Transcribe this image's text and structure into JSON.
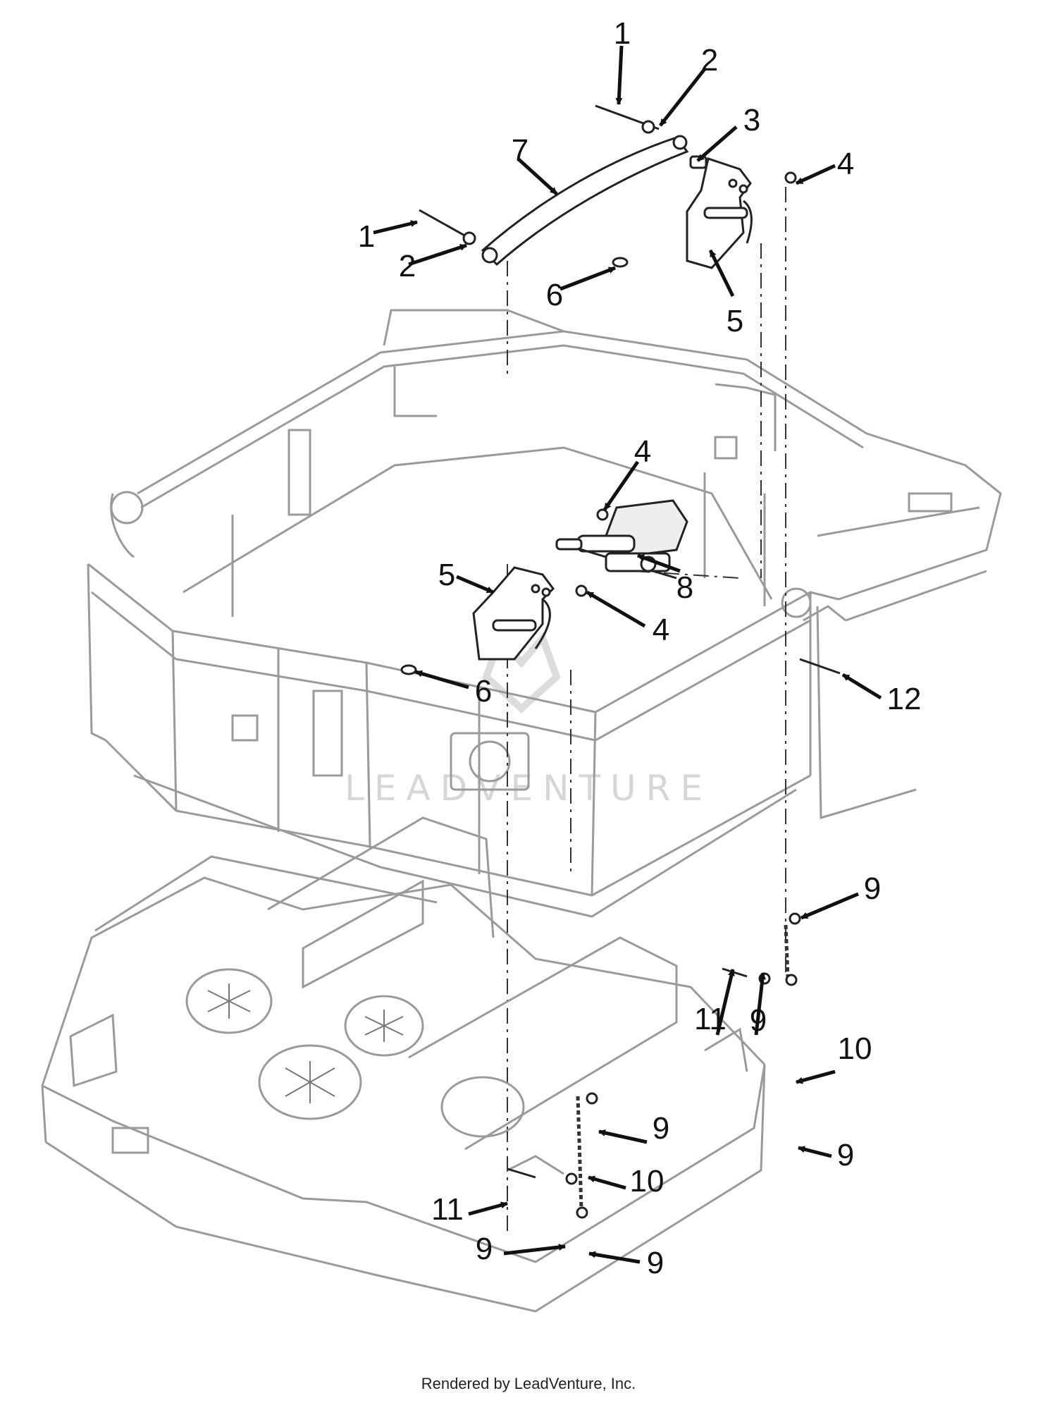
{
  "watermark": {
    "text": "LEADVENTURE"
  },
  "footer": {
    "credit": "Rendered by LeadVenture, Inc."
  },
  "callouts": [
    {
      "id": "c1a",
      "label": "1"
    },
    {
      "id": "c2a",
      "label": "2"
    },
    {
      "id": "c3",
      "label": "3"
    },
    {
      "id": "c4a",
      "label": "4"
    },
    {
      "id": "c7",
      "label": "7"
    },
    {
      "id": "c1b",
      "label": "1"
    },
    {
      "id": "c2b",
      "label": "2"
    },
    {
      "id": "c6a",
      "label": "6"
    },
    {
      "id": "c5a",
      "label": "5"
    },
    {
      "id": "c4b",
      "label": "4"
    },
    {
      "id": "c5b",
      "label": "5"
    },
    {
      "id": "c8",
      "label": "8"
    },
    {
      "id": "c4c",
      "label": "4"
    },
    {
      "id": "c6b",
      "label": "6"
    },
    {
      "id": "c12",
      "label": "12"
    },
    {
      "id": "c9a",
      "label": "9"
    },
    {
      "id": "c11a",
      "label": "11"
    },
    {
      "id": "c9b",
      "label": "9"
    },
    {
      "id": "c10a",
      "label": "10"
    },
    {
      "id": "c9c",
      "label": "9"
    },
    {
      "id": "c9d",
      "label": "9"
    },
    {
      "id": "c10b",
      "label": "10"
    },
    {
      "id": "c11b",
      "label": "11"
    },
    {
      "id": "c9e",
      "label": "9"
    },
    {
      "id": "c9f",
      "label": "9"
    }
  ]
}
